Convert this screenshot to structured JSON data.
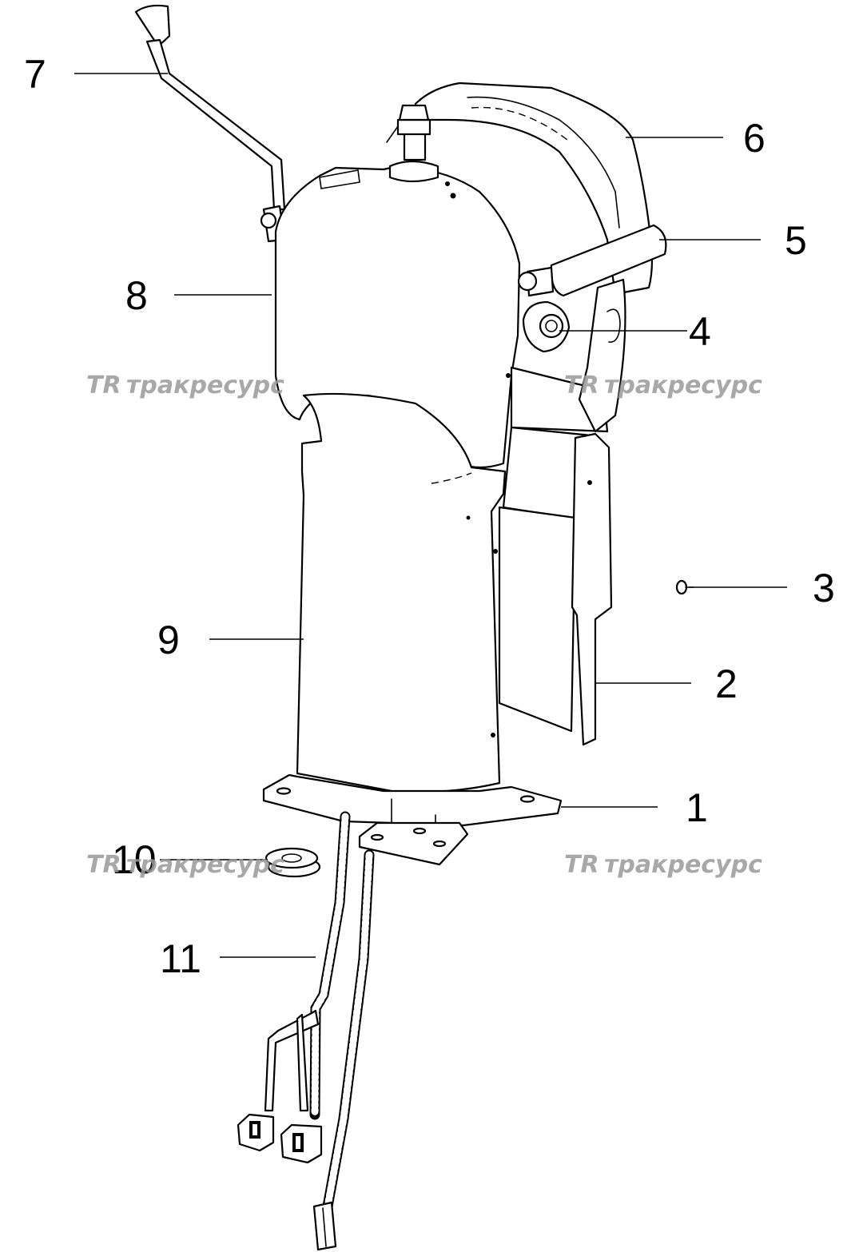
{
  "diagram": {
    "callouts": [
      {
        "id": "1",
        "label": "1"
      },
      {
        "id": "2",
        "label": "2"
      },
      {
        "id": "3",
        "label": "3"
      },
      {
        "id": "4",
        "label": "4"
      },
      {
        "id": "5",
        "label": "5"
      },
      {
        "id": "6",
        "label": "6"
      },
      {
        "id": "7",
        "label": "7"
      },
      {
        "id": "8",
        "label": "8"
      },
      {
        "id": "9",
        "label": "9"
      },
      {
        "id": "10",
        "label": "10"
      },
      {
        "id": "11",
        "label": "11"
      }
    ],
    "watermark": {
      "text": "тракресурс",
      "logo_text": "TR"
    }
  }
}
